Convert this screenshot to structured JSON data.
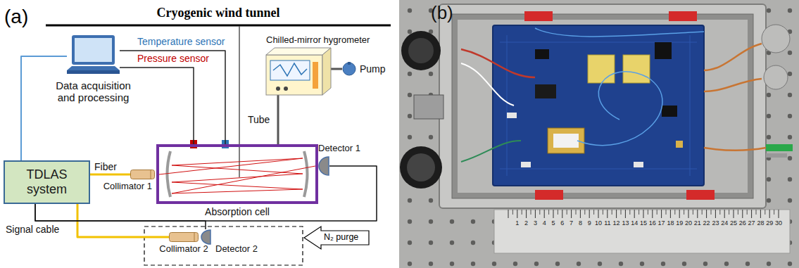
{
  "diagram": {
    "title": "Cryogenic wind tunnel",
    "nodes": [
      {
        "text": [
          "TDLAS system"
        ]
      },
      {
        "text": [
          "Data acquisition and processing"
        ]
      },
      {
        "text": [
          "Chilled-mirror hygrometer"
        ]
      },
      {
        "text": [
          "Pump"
        ]
      },
      {
        "text": [
          "Absorption cell"
        ]
      },
      {
        "text": [
          "Collimator 1"
        ]
      },
      {
        "text": [
          "Detector 1"
        ]
      },
      {
        "text": [
          "Collimator 2"
        ]
      },
      {
        "text": [
          "Detector 2"
        ]
      }
    ],
    "edges": [
      {
        "from": 0,
        "to": 1,
        "arrow": "none"
      },
      {
        "from": 1,
        "to": 4,
        "label": "Temperature sensor",
        "arrow": "none"
      },
      {
        "from": 1,
        "to": 4,
        "label": "Pressure sensor",
        "arrow": "none"
      },
      {
        "from": 2,
        "to": 4,
        "label": "Tube",
        "arrow": "none"
      },
      {
        "from": 2,
        "to": 3,
        "arrow": "none"
      },
      {
        "from": 0,
        "to": 5,
        "label": "Fiber",
        "arrow": "none"
      },
      {
        "from": 0,
        "to": 7,
        "arrow": "none"
      },
      {
        "from": 6,
        "to": 0,
        "label": "Signal cable",
        "arrow": "none"
      },
      {
        "from": 8,
        "to": 0,
        "arrow": "none"
      }
    ],
    "labels": [
      "(a)",
      "N₂ purge",
      "(b)",
      "1",
      "2",
      "3",
      "4",
      "5",
      "6",
      "7",
      "8",
      "9",
      "10",
      "11",
      "12",
      "13",
      "14",
      "15",
      "16",
      "17",
      "18",
      "19",
      "20",
      "21",
      "22",
      "23",
      "24",
      "25",
      "26",
      "27",
      "28",
      "29",
      "30"
    ]
  }
}
